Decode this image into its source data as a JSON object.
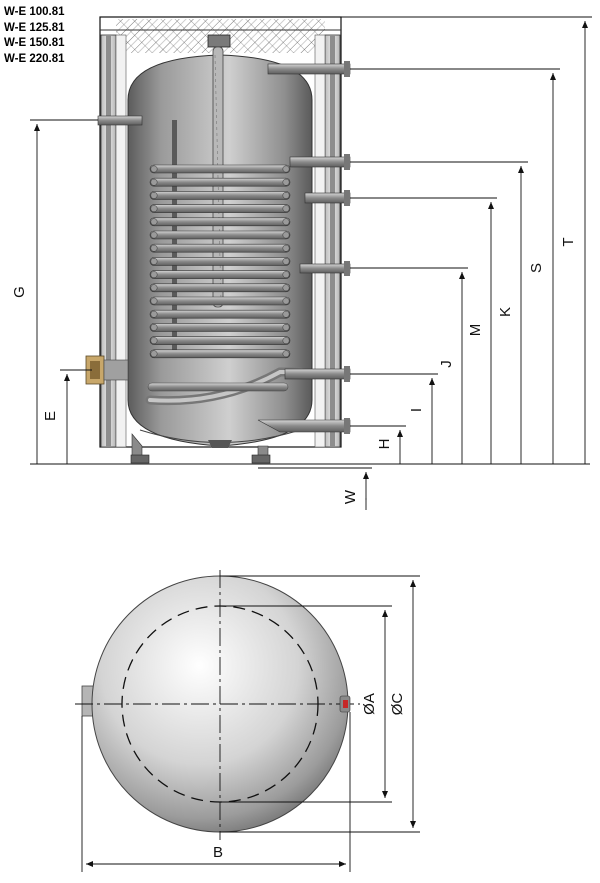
{
  "models": [
    "W-E 100.81",
    "W-E 125.81",
    "W-E 150.81",
    "W-E 220.81"
  ],
  "side_view": {
    "dimensions": [
      "T",
      "S",
      "K",
      "M",
      "J",
      "I",
      "H",
      "W",
      "G",
      "E"
    ]
  },
  "top_view": {
    "dimensions": [
      "ØA",
      "ØC",
      "B"
    ]
  },
  "colors": {
    "line": "#111111",
    "insulation": "#d9d9d9",
    "tank_dark": "#6e6e6e",
    "tank_light": "#e8e8e8",
    "coil": "#8c8c8c",
    "pipe": "#9a9a9a"
  }
}
